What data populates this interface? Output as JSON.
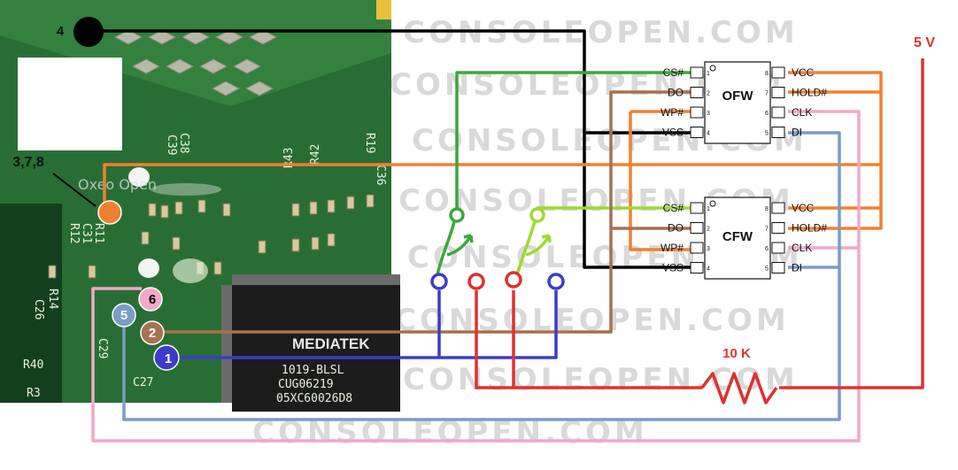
{
  "watermark": "CONSOLEOPEN.COM",
  "board": {
    "silkscreen": [
      "R19",
      "C39",
      "C38",
      "R43",
      "R42",
      "C36",
      "R12",
      "C31",
      "R11",
      "C26",
      "R14",
      "R40",
      "C29",
      "C27",
      "R3"
    ],
    "ic_lines": [
      "MEDIATEK",
      "1019-BLSL",
      "CUG06219",
      "05XC60026D8"
    ],
    "board_watermark": "Oxeo Open"
  },
  "points": [
    {
      "label": "4",
      "color": "#000000",
      "text_color": "#000000"
    },
    {
      "label": "3,7,8",
      "color": "#f08030",
      "text_color": "#000000"
    },
    {
      "label": "6",
      "color": "#f2a8c8",
      "text_color": "#000000"
    },
    {
      "label": "5",
      "color": "#7a9cc6",
      "text_color": "#ffffff"
    },
    {
      "label": "2",
      "color": "#a87050",
      "text_color": "#ffffff"
    },
    {
      "label": "1",
      "color": "#3c3cc8",
      "text_color": "#ffffff"
    }
  ],
  "chips": [
    {
      "name": "OFW",
      "left_pins": [
        {
          "num": "1",
          "label": "CS#"
        },
        {
          "num": "2",
          "label": "DO"
        },
        {
          "num": "3",
          "label": "WP#"
        },
        {
          "num": "4",
          "label": "VSS"
        }
      ],
      "right_pins": [
        {
          "num": "8",
          "label": "VCC"
        },
        {
          "num": "7",
          "label": "HOLD#"
        },
        {
          "num": "6",
          "label": "CLK"
        },
        {
          "num": "5",
          "label": "DI"
        }
      ]
    },
    {
      "name": "CFW",
      "left_pins": [
        {
          "num": "1",
          "label": "CS#"
        },
        {
          "num": "2",
          "label": "DO"
        },
        {
          "num": "3",
          "label": "WP#"
        },
        {
          "num": "4",
          "label": "VSS"
        }
      ],
      "right_pins": [
        {
          "num": "8",
          "label": "VCC"
        },
        {
          "num": "7",
          "label": "HOLD#"
        },
        {
          "num": "6",
          "label": "CLK"
        },
        {
          "num": "5",
          "label": "DI"
        }
      ]
    }
  ],
  "supply": {
    "label": "5 V",
    "color": "#e03030"
  },
  "resistor": {
    "label": "10 K",
    "color": "#e03030"
  },
  "wire_colors": {
    "cs_ofw": "#3aa83a",
    "cs_cfw": "#a0d830",
    "do": "#a87050",
    "wp_vcc_hold": "#f08030",
    "vss": "#000000",
    "clk": "#f2a8c8",
    "di": "#7a9cc6",
    "switch_common": "#3c3cc8",
    "pullup": "#e03030"
  }
}
